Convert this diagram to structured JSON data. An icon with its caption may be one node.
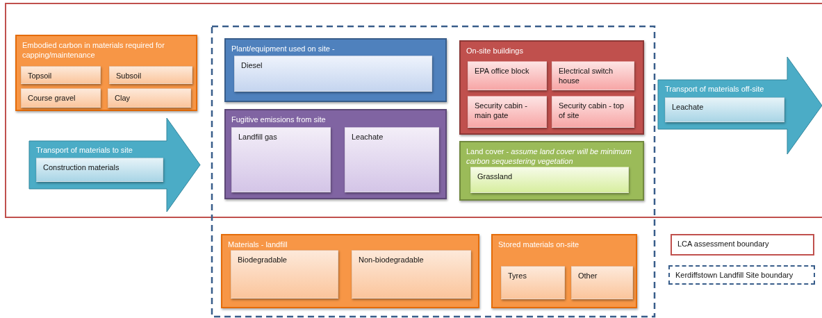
{
  "diagram": {
    "nodes": [
      {
        "text": [
          "Embodied carbon in materials required for capping/maintenance"
        ]
      },
      {
        "text": [
          "Topsoil"
        ],
        "in": 0
      },
      {
        "text": [
          "Subsoil"
        ],
        "in": 0
      },
      {
        "text": [
          "Course gravel"
        ],
        "in": 0
      },
      {
        "text": [
          "Clay"
        ],
        "in": 0
      },
      {
        "text": [
          "Transport of materials to site"
        ]
      },
      {
        "text": [
          "Construction materials"
        ],
        "in": 5
      },
      {
        "text": [
          "Plant/equipment used on site -"
        ]
      },
      {
        "text": [
          "Diesel"
        ],
        "in": 7
      },
      {
        "text": [
          "Fugitive emissions from site"
        ]
      },
      {
        "text": [
          "Landfill gas"
        ],
        "in": 9
      },
      {
        "text": [
          "Leachate"
        ],
        "in": 9
      },
      {
        "text": [
          "On-site buildings"
        ]
      },
      {
        "text": [
          "EPA office block"
        ],
        "in": 12
      },
      {
        "text": [
          "Electrical switch house"
        ],
        "in": 12
      },
      {
        "text": [
          "Security cabin - main gate"
        ],
        "in": 12
      },
      {
        "text": [
          "Security cabin - top of site"
        ],
        "in": 12
      },
      {
        "text": [
          "Land cover - *assume land cover will be minimum carbon sequestering vegetation*"
        ]
      },
      {
        "text": [
          "Grassland"
        ],
        "in": 17
      },
      {
        "text": [
          "Transport of materials off-site"
        ]
      },
      {
        "text": [
          "Leachate"
        ],
        "in": 19
      },
      {
        "text": [
          "Materials - landfill"
        ]
      },
      {
        "text": [
          "Biodegradable"
        ],
        "in": 21
      },
      {
        "text": [
          "Non-biodegradable"
        ],
        "in": 21
      },
      {
        "text": [
          "Stored materials on-site"
        ]
      },
      {
        "text": [
          "Tyres"
        ],
        "in": 24
      },
      {
        "text": [
          "Other"
        ],
        "in": 24
      }
    ],
    "edges": [],
    "legend": [
      {
        "text": "LCA assessment boundary"
      },
      {
        "text": "Kerdiffstown Landfill Site boundary"
      }
    ]
  }
}
